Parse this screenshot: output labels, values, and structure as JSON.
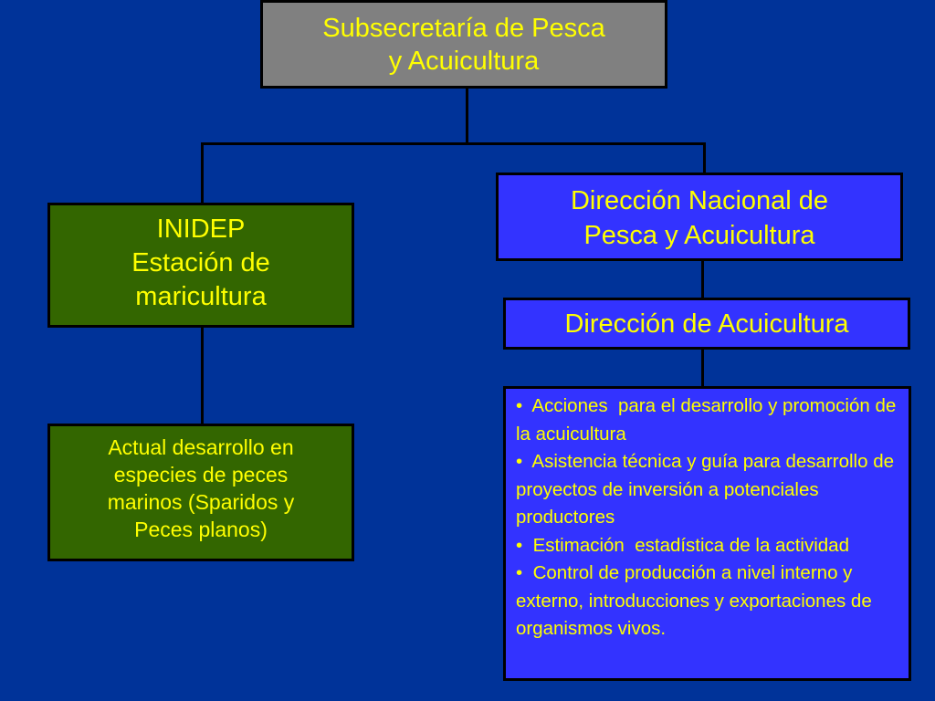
{
  "diagram": {
    "top": {
      "line1": "Subsecretaría de Pesca",
      "line2": "y Acuicultura"
    },
    "inidep": {
      "line1": "INIDEP",
      "line2": "Estación de",
      "line3": "maricultura"
    },
    "dnpa": {
      "line1": "Dirección Nacional de",
      "line2": "Pesca y Acuicultura"
    },
    "da": {
      "line1": "Dirección de Acuicultura"
    },
    "actual": {
      "line1": "Actual desarrollo en",
      "line2": "especies de peces",
      "line3": "marinos (Sparidos y",
      "line4": "Peces planos)"
    },
    "acciones": [
      "•  Acciones  para el desarrollo y promoción de la acuicultura",
      "•  Asistencia técnica y guía para desarrollo de proyectos de inversión a potenciales productores",
      "•  Estimación  estadística de la actividad",
      "•  Control de producción a nivel interno y externo, introducciones y exportaciones de organismos vivos."
    ],
    "colors": {
      "background": "#003399",
      "text": "#ffff00",
      "gray_box": "#808080",
      "green_box": "#336600",
      "blue_box": "#3333ff",
      "lines": "#000000"
    }
  }
}
